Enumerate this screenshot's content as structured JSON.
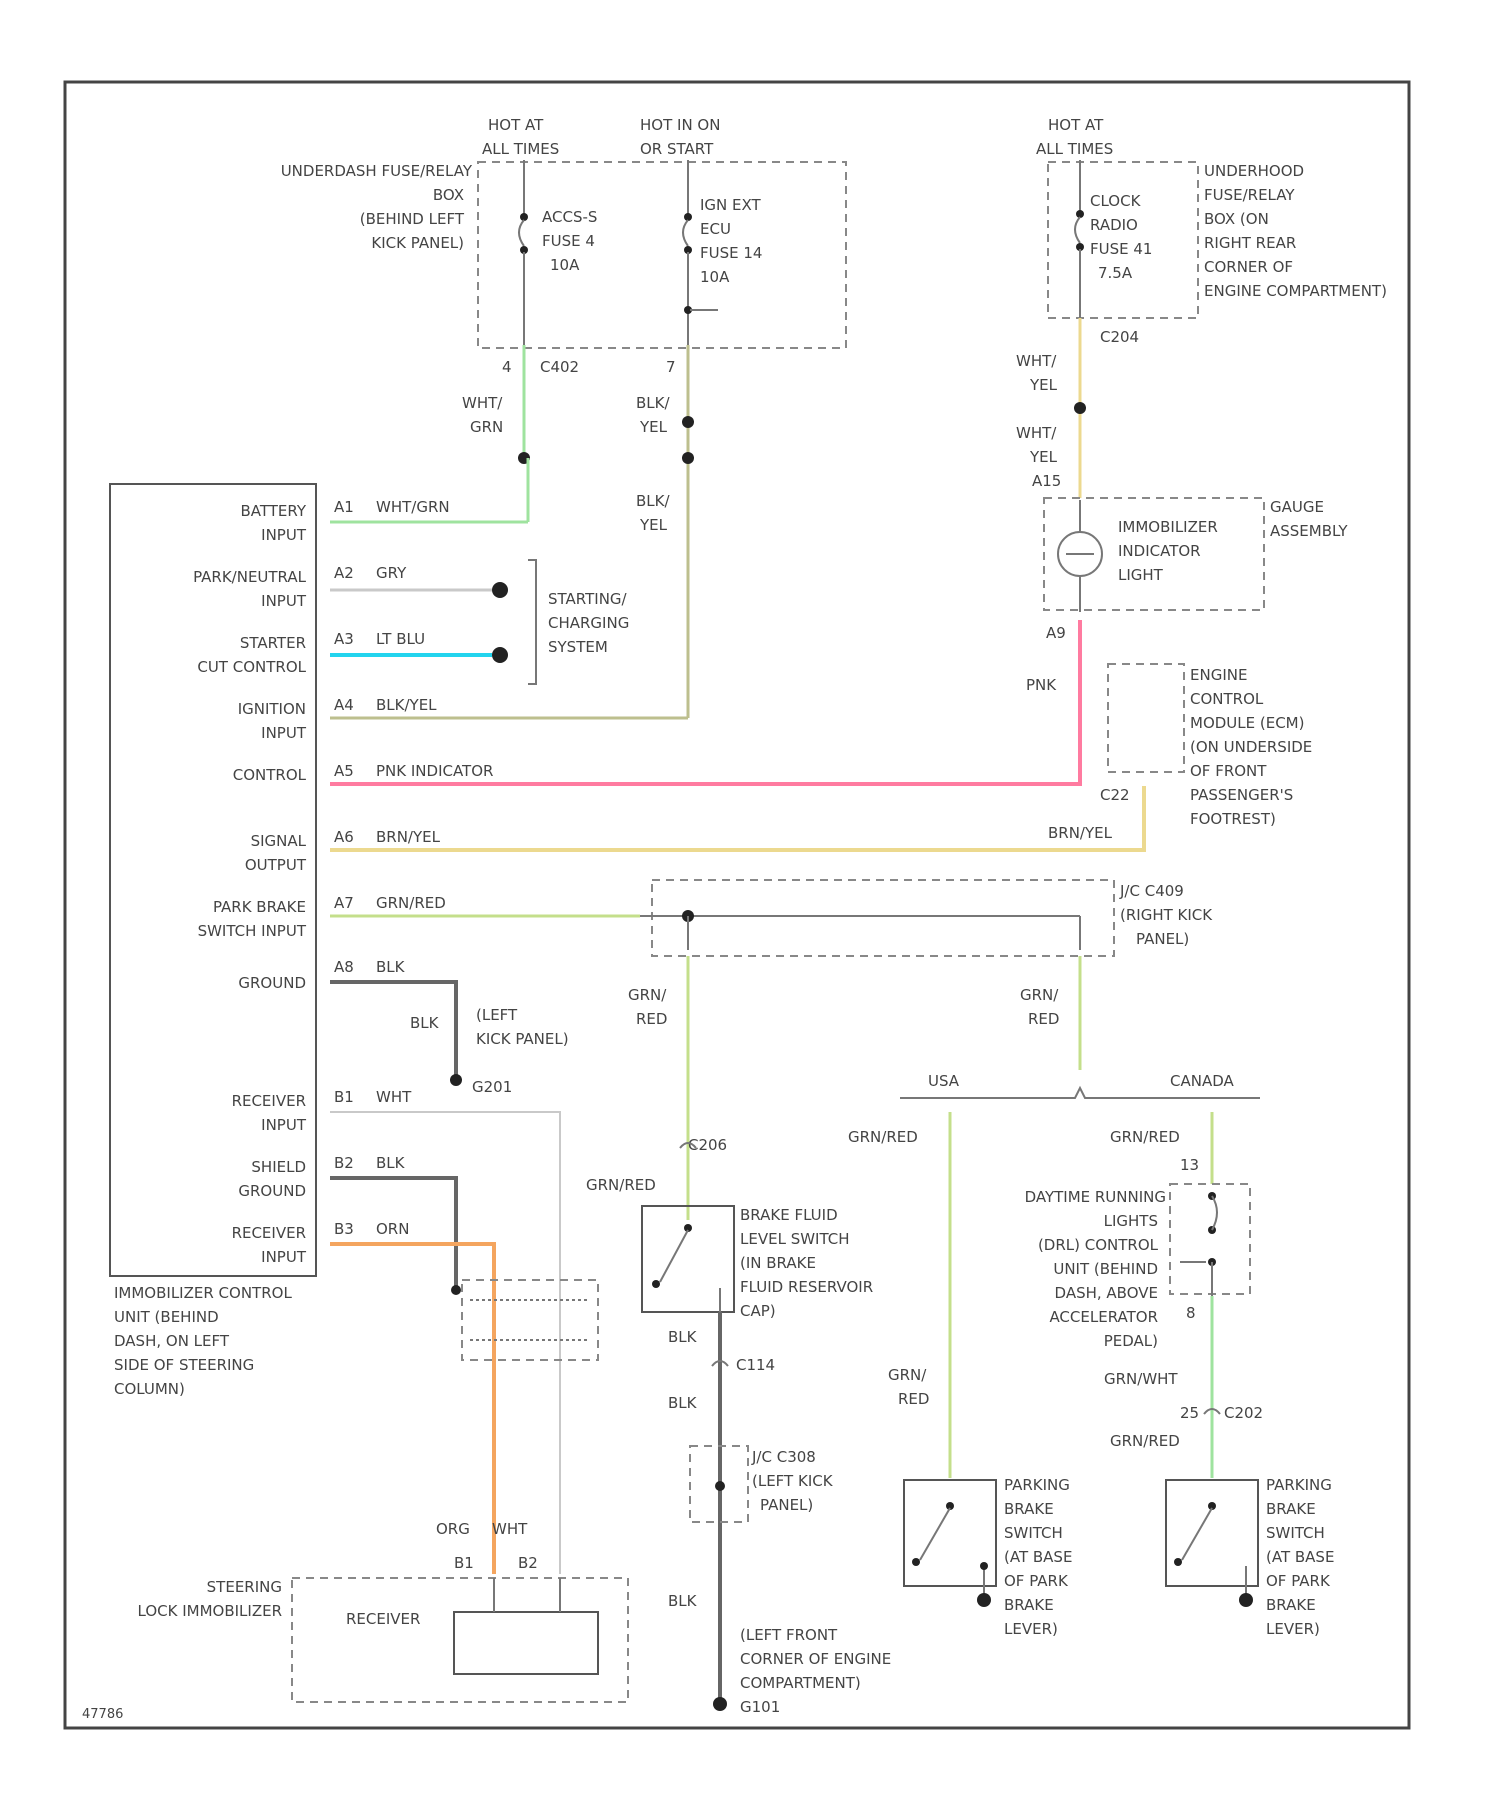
{
  "colors": {
    "wht_grn": "#9fe39f",
    "lt_blu": "#22d4ee",
    "blk_yel": "#bdbf8e",
    "pnk": "#ff7ba0",
    "brn_yel": "#ecd98f",
    "grn_red": "#c4df8b",
    "blk": "#666666",
    "orn": "#f4a55f",
    "gry": "#c9c9c9"
  },
  "fuse_box_left": {
    "label": [
      "UNDERDASH FUSE/RELAY",
      "BOX",
      "(BEHIND LEFT",
      "KICK PANEL)"
    ],
    "hot_left": [
      "HOT AT",
      "ALL TIMES"
    ],
    "hot_right": [
      "HOT IN ON",
      "OR START"
    ],
    "fuse_a": [
      "ACCS-S",
      "FUSE 4",
      "10A"
    ],
    "fuse_b": [
      "IGN EXT",
      "ECU",
      "FUSE 14",
      "10A"
    ],
    "connector": "C402",
    "pin_a": "4",
    "pin_b": "7"
  },
  "fuse_box_right": {
    "hot": [
      "HOT AT",
      "ALL TIMES"
    ],
    "label": [
      "UNDERHOOD",
      "FUSE/RELAY",
      "BOX (ON",
      "RIGHT REAR",
      "CORNER OF",
      "ENGINE COMPARTMENT)"
    ],
    "fuse": [
      "CLOCK",
      "RADIO",
      "FUSE 41",
      "7.5A"
    ],
    "connector": "C204"
  },
  "wires_top": {
    "wht_grn": [
      "WHT/",
      "GRN"
    ],
    "blk_yel_1": [
      "BLK/",
      "YEL"
    ],
    "blk_yel_2": [
      "BLK/",
      "YEL"
    ],
    "wht_yel_1": [
      "WHT/",
      "YEL"
    ],
    "wht_yel_2": [
      "WHT/",
      "YEL"
    ],
    "a15": "A15",
    "a9": "A9",
    "pnk": "PNK"
  },
  "gauge": {
    "label": [
      "GAUGE",
      "ASSEMBLY"
    ],
    "indicator": [
      "IMMOBILIZER",
      "INDICATOR",
      "LIGHT"
    ]
  },
  "ecm": {
    "label": [
      "ENGINE",
      "CONTROL",
      "MODULE (ECM)",
      "(ON UNDERSIDE",
      "OF FRONT",
      "PASSENGER'S",
      "FOOTREST)"
    ],
    "connector": "C22"
  },
  "control_unit": {
    "label": [
      "IMMOBILIZER CONTROL",
      "UNIT (BEHIND",
      "DASH, ON LEFT",
      "SIDE OF STEERING",
      "COLUMN)"
    ],
    "pins": [
      {
        "name": [
          "BATTERY",
          "INPUT"
        ],
        "pin": "A1",
        "wire": "WHT/GRN"
      },
      {
        "name": [
          "PARK/NEUTRAL",
          "INPUT"
        ],
        "pin": "A2",
        "wire": "GRY"
      },
      {
        "name": [
          "STARTER",
          "CUT CONTROL"
        ],
        "pin": "A3",
        "wire": "LT BLU"
      },
      {
        "name": [
          "IGNITION",
          "INPUT"
        ],
        "pin": "A4",
        "wire": "BLK/YEL"
      },
      {
        "name": [
          "CONTROL"
        ],
        "pin": "A5",
        "wire": "PNK INDICATOR"
      },
      {
        "name": [
          "SIGNAL",
          "OUTPUT"
        ],
        "pin": "A6",
        "wire": "BRN/YEL"
      },
      {
        "name": [
          "PARK BRAKE",
          "SWITCH INPUT"
        ],
        "pin": "A7",
        "wire": "GRN/RED"
      },
      {
        "name": [
          "GROUND"
        ],
        "pin": "A8",
        "wire": "BLK"
      },
      {
        "name": [
          "RECEIVER",
          "INPUT"
        ],
        "pin": "B1",
        "wire": "WHT"
      },
      {
        "name": [
          "SHIELD",
          "GROUND"
        ],
        "pin": "B2",
        "wire": "BLK"
      },
      {
        "name": [
          "RECEIVER",
          "INPUT"
        ],
        "pin": "B3",
        "wire": "ORN"
      }
    ]
  },
  "starting": [
    "STARTING/",
    "CHARGING",
    "SYSTEM"
  ],
  "brn_yel_right": "BRN/YEL",
  "junction": {
    "label": [
      "J/C C409",
      "(RIGHT KICK",
      "PANEL)"
    ]
  },
  "ground_left": {
    "wire": "BLK",
    "label": [
      "(LEFT",
      "KICK PANEL)"
    ],
    "id": "G201"
  },
  "grn_red_left": [
    "GRN/",
    "RED"
  ],
  "grn_red_right": [
    "GRN/",
    "RED"
  ],
  "branch": {
    "usa": "USA",
    "canada": "CANADA"
  },
  "c_conn_1": "C206",
  "grn_red_label": "GRN/RED",
  "brake_fluid": [
    "BRAKE FLUID",
    "LEVEL SWITCH",
    "(IN BRAKE",
    "FLUID RESERVOIR",
    "CAP)"
  ],
  "blk_1": "BLK",
  "c_conn_2": "C114",
  "blk_2": "BLK",
  "jc_c308": [
    "J/C C308",
    "(LEFT KICK",
    "PANEL)"
  ],
  "blk_3": "BLK",
  "ground_bottom": {
    "label": [
      "(LEFT FRONT",
      "CORNER OF ENGINE",
      "COMPARTMENT)"
    ],
    "id": "G101"
  },
  "usa_wire_top": "GRN/RED",
  "usa_wire_bottom": [
    "GRN/",
    "RED"
  ],
  "canada_wire_top": "GRN/RED",
  "pin_13": "13",
  "pin_8": "8",
  "drl": [
    "DAYTIME RUNNING",
    "LIGHTS",
    "(DRL) CONTROL",
    "UNIT (BEHIND",
    "DASH, ABOVE",
    "ACCELERATOR",
    "PEDAL)"
  ],
  "canada_wire_mid": "GRN/WHT",
  "c_conn_3": "C202",
  "c_conn_3_pin": "25",
  "canada_wire_bottom": "GRN/RED",
  "parking_brake_usa": [
    "PARKING",
    "BRAKE",
    "SWITCH",
    "(AT BASE",
    "OF PARK",
    "BRAKE",
    "LEVER)"
  ],
  "parking_brake_canada": [
    "PARKING",
    "BRAKE",
    "SWITCH",
    "(AT BASE",
    "OF PARK",
    "BRAKE",
    "LEVER)"
  ],
  "steering": {
    "label": [
      "STEERING",
      "LOCK IMMOBILIZER"
    ],
    "receiver": "RECEIVER",
    "wire_orn": "ORG",
    "wire_wht": "WHT",
    "pin_b1": "B1",
    "pin_b2": "B2"
  },
  "id_code": "47786"
}
